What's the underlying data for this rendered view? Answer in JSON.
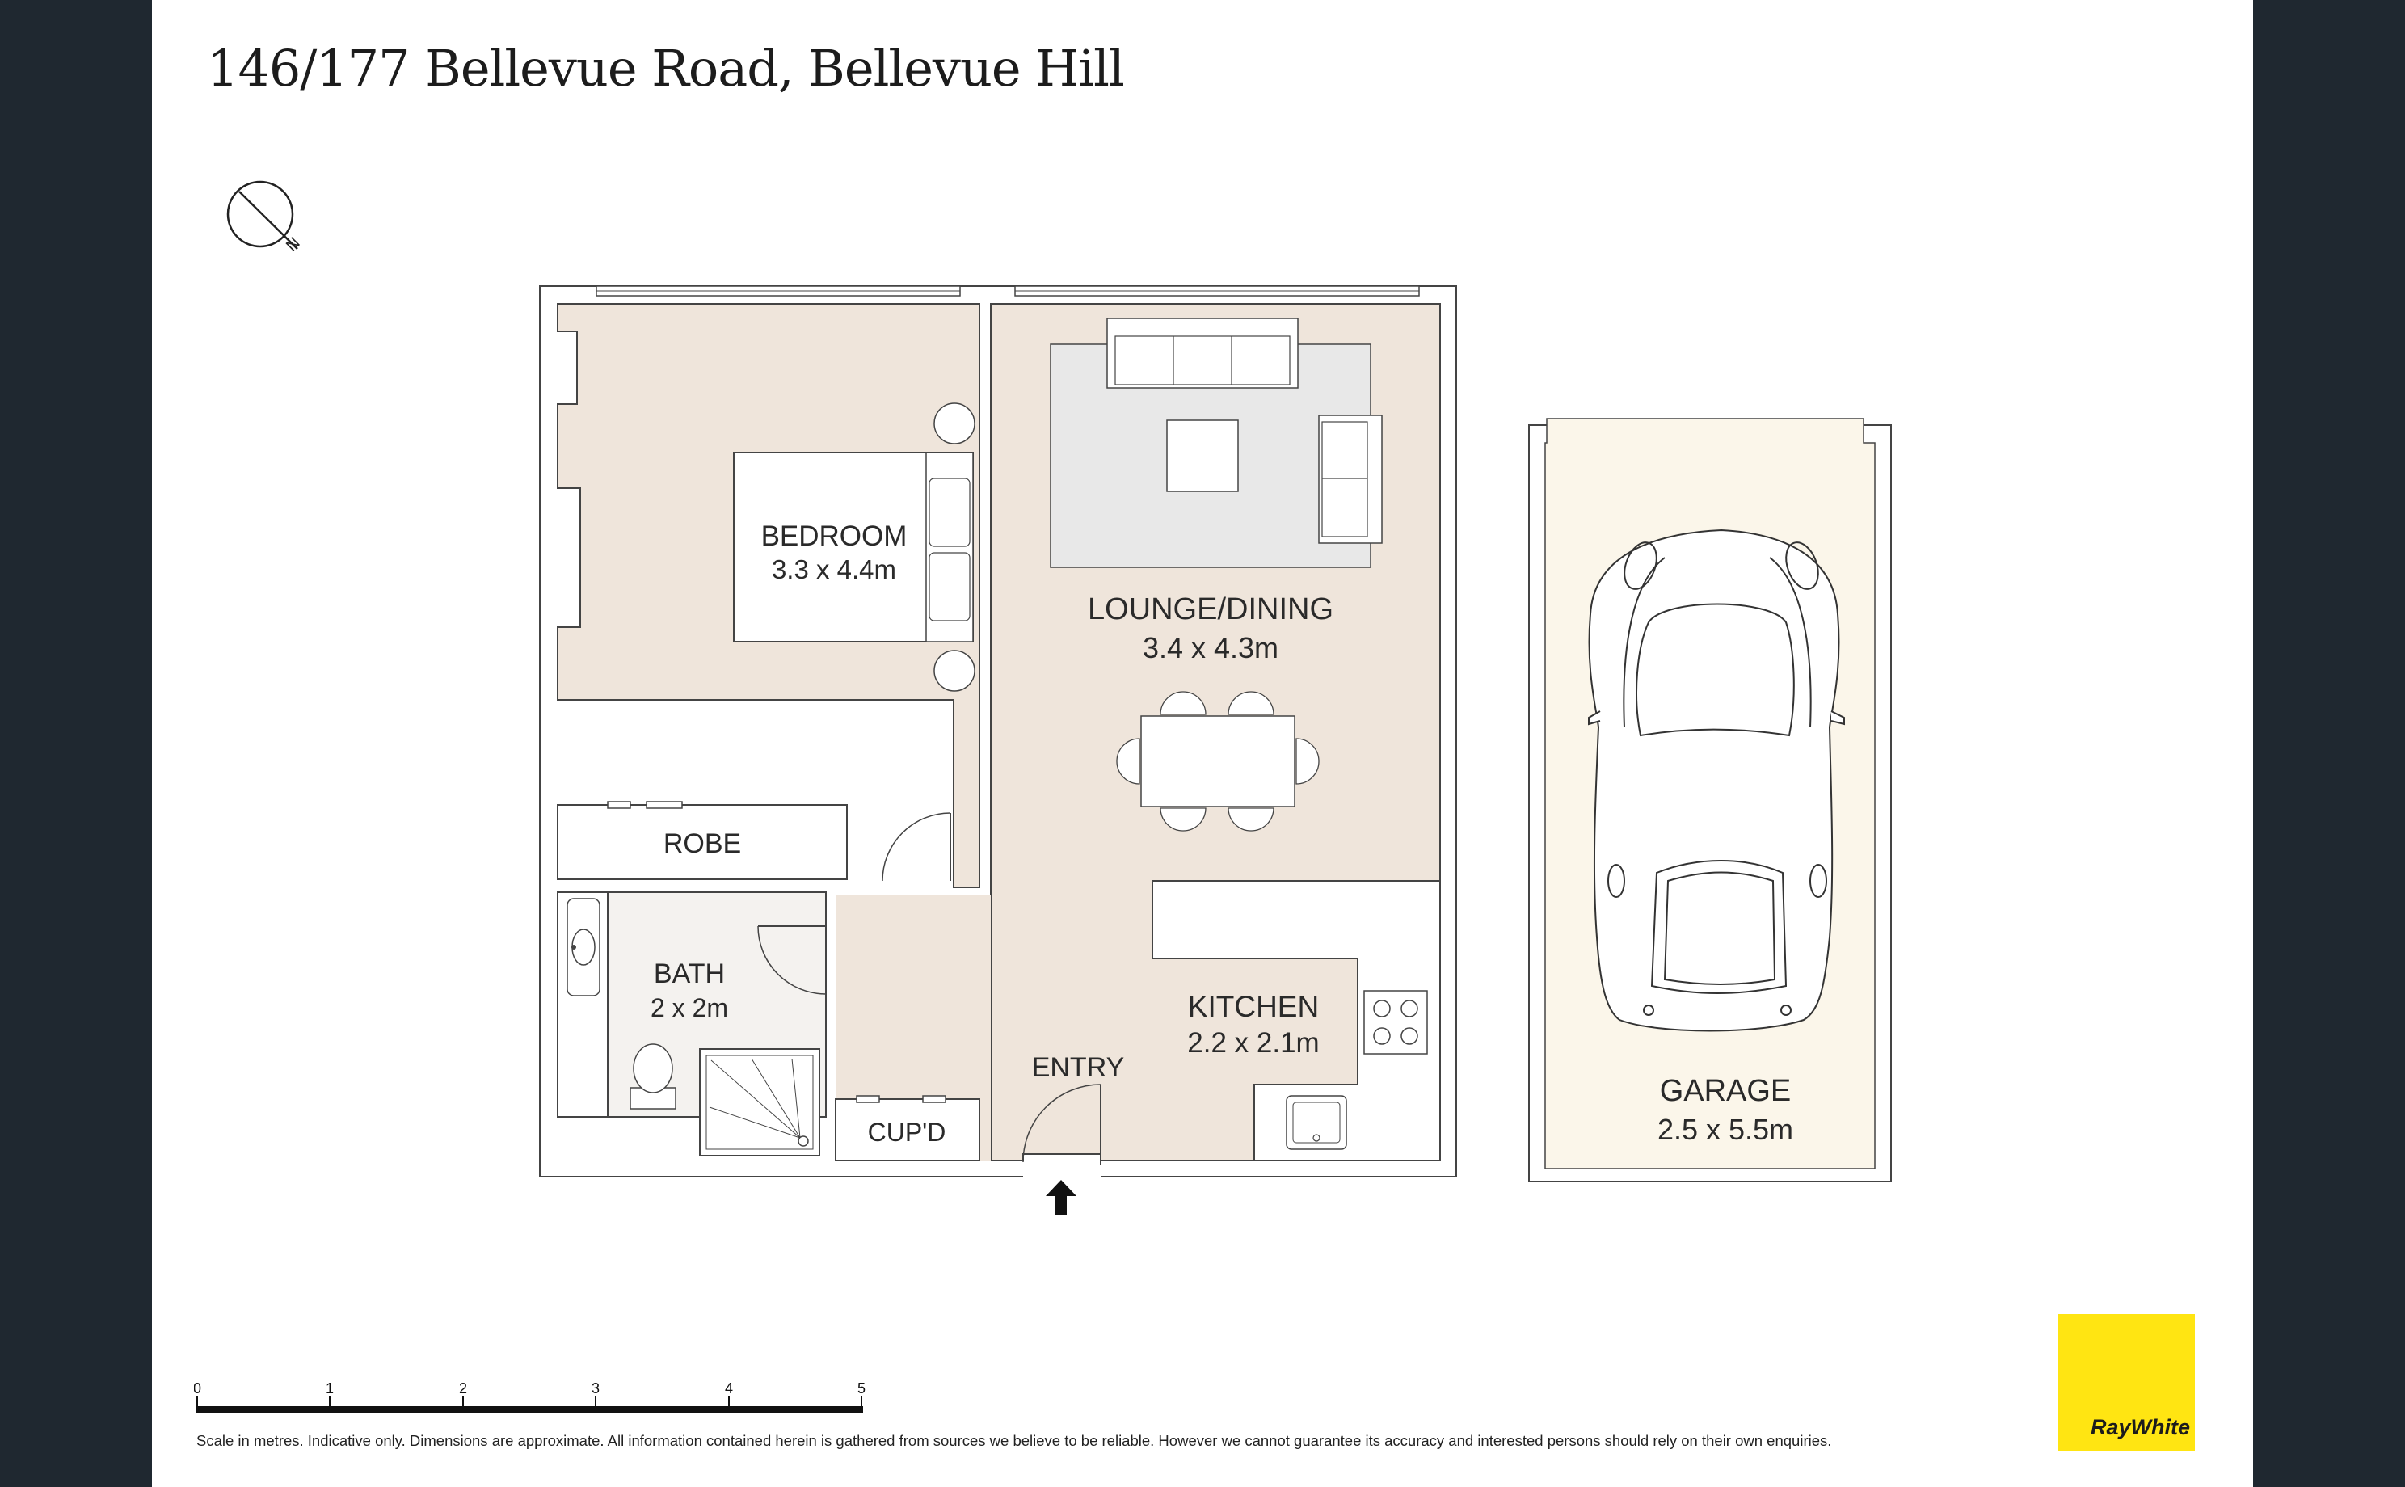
{
  "title": "146/177 Bellevue Road, Bellevue Hill",
  "rooms": {
    "bedroom": {
      "name": "BEDROOM",
      "size": "3.3 x 4.4m"
    },
    "lounge": {
      "name": "LOUNGE/DINING",
      "size": "3.4 x 4.3m"
    },
    "robe": {
      "name": "ROBE"
    },
    "bath": {
      "name": "BATH",
      "size": "2 x 2m"
    },
    "kitchen": {
      "name": "KITCHEN",
      "size": "2.2 x 2.1m"
    },
    "entry": {
      "name": "ENTRY"
    },
    "cupd": {
      "name": "CUP'D"
    },
    "garage": {
      "name": "GARAGE",
      "size": "2.5 x 5.5m"
    }
  },
  "compass": {
    "label": "N"
  },
  "scale": {
    "ticks": [
      "0",
      "1",
      "2",
      "3",
      "4",
      "5"
    ]
  },
  "disclaimer": "Scale in metres. Indicative only. Dimensions are approximate. All information contained herein is gathered from sources we believe to be reliable. However we cannot guarantee its accuracy and interested persons should rely on their own enquiries.",
  "brand": {
    "name": "RayWhite",
    "color": "#ffe512"
  },
  "colors": {
    "floor": "#efe5db",
    "wall": "#ffffff",
    "rug": "#e8e8e8",
    "garage_floor": "#fbf6ea",
    "background": "#1f2830"
  }
}
